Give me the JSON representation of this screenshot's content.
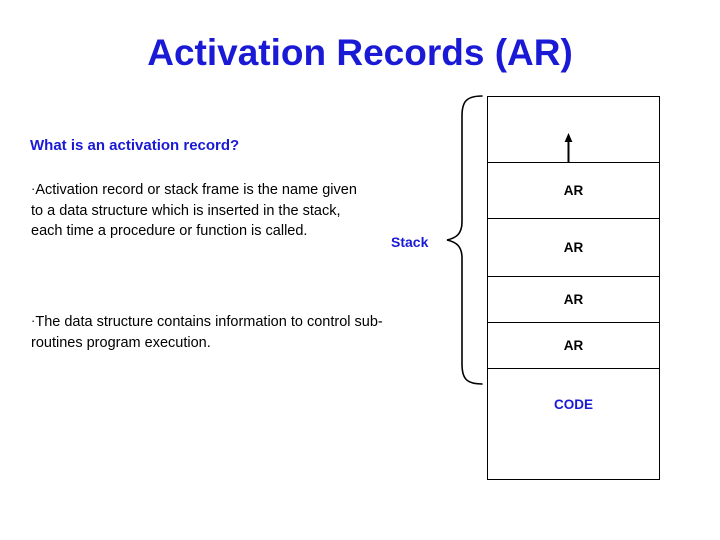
{
  "slide": {
    "title": "Activation Records (AR)",
    "heading": "What is an activation record?",
    "bullets": [
      {
        "marker": "·",
        "text": "Activation record or stack frame is the name given to a data structure which is inserted in the stack, each time a procedure or function is called."
      },
      {
        "marker": "·",
        "text": "The data structure contains information to control  sub-routines program execution."
      }
    ]
  },
  "diagram": {
    "stack_label": "Stack",
    "brace_icon": "curly-brace-icon",
    "pointer_icon": "up-arrow-icon",
    "cells": [
      {
        "label": "",
        "name": "memory-cell-free"
      },
      {
        "label": "AR",
        "name": "memory-cell-ar-1"
      },
      {
        "label": "AR",
        "name": "memory-cell-ar-2"
      },
      {
        "label": "AR",
        "name": "memory-cell-ar-3"
      },
      {
        "label": "AR",
        "name": "memory-cell-ar-4"
      },
      {
        "label": "CODE",
        "name": "memory-cell-code"
      }
    ]
  },
  "colors": {
    "accent_blue": "#1a1ad6",
    "text_black": "#000000",
    "background": "#ffffff"
  }
}
